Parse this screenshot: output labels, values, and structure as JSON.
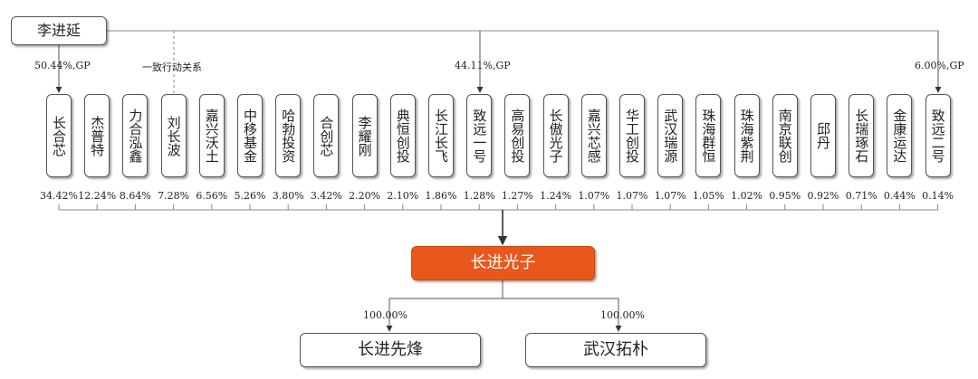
{
  "top_holder": "李进延",
  "concert_label": "一致行动关系",
  "gp_labels": [
    "50.44%,GP",
    "44.11%,GP",
    "6.00%,GP"
  ],
  "shareholders": [
    {
      "name": "长合芯",
      "pct": "34.42%"
    },
    {
      "name": "杰普特",
      "pct": "12.24%"
    },
    {
      "name": "力合泓鑫",
      "pct": "8.64%"
    },
    {
      "name": "刘长波",
      "pct": "7.28%"
    },
    {
      "name": "嘉兴沃土",
      "pct": "6.56%"
    },
    {
      "name": "中移基金",
      "pct": "5.26%"
    },
    {
      "name": "哈勃投资",
      "pct": "3.80%"
    },
    {
      "name": "合创芯",
      "pct": "3.42%"
    },
    {
      "name": "李耀刚",
      "pct": "2.20%"
    },
    {
      "name": "典恒创投",
      "pct": "2.10%"
    },
    {
      "name": "长江长飞",
      "pct": "1.86%"
    },
    {
      "name": "致远一号",
      "pct": "1.28%"
    },
    {
      "name": "高易创投",
      "pct": "1.27%"
    },
    {
      "name": "长傲光子",
      "pct": "1.24%"
    },
    {
      "name": "嘉兴芯感",
      "pct": "1.07%"
    },
    {
      "name": "华工创投",
      "pct": "1.07%"
    },
    {
      "name": "武汉瑞源",
      "pct": "1.07%"
    },
    {
      "name": "珠海群恒",
      "pct": "1.05%"
    },
    {
      "name": "珠海紫荆",
      "pct": "1.02%"
    },
    {
      "name": "南京联创",
      "pct": "0.95%"
    },
    {
      "name": "邱丹",
      "pct": "0.92%"
    },
    {
      "name": "长瑞琢石",
      "pct": "0.71%"
    },
    {
      "name": "金康运达",
      "pct": "0.44%"
    },
    {
      "name": "致远二号",
      "pct": "0.14%"
    }
  ],
  "company": "长进光子",
  "subsidiaries": [
    {
      "name": "长进先烽",
      "pct": "100.00%"
    },
    {
      "name": "武汉拓朴",
      "pct": "100.00%"
    }
  ],
  "colors": {
    "center_fill": "#e8581c",
    "line": "#666666"
  }
}
